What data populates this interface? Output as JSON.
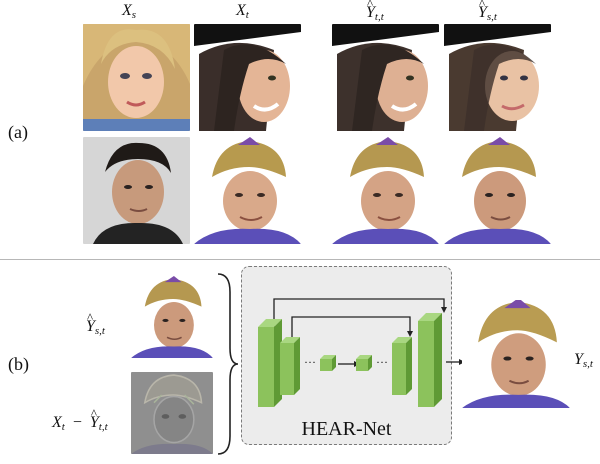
{
  "panel_a": {
    "label": "(a)",
    "col_x_s": "X",
    "col_x_s_sub": "s",
    "col_x_t": "X",
    "col_x_t_sub": "t",
    "col_y_tt": "Y",
    "col_y_tt_sub": "t,t",
    "col_y_st": "Y",
    "col_y_st_sub": "s,t"
  },
  "panel_b": {
    "label": "(b)",
    "input1_Y": "Y",
    "input1_sub": "s,t",
    "input2_X": "X",
    "input2_X_sub": "t",
    "input2_minus": "−",
    "input2_Y": "Y",
    "input2_Y_sub": "t,t",
    "network_name": "HEAR-Net",
    "output_Y": "Y",
    "output_sub": "s,t",
    "ellipsis_left": "···",
    "ellipsis_right": "···"
  },
  "colors": {
    "block_front": "#8cc25c",
    "block_side": "#5f9a35",
    "block_top": "#a9d781",
    "box_bg": "#ececec",
    "box_border": "#7a7a7a"
  }
}
